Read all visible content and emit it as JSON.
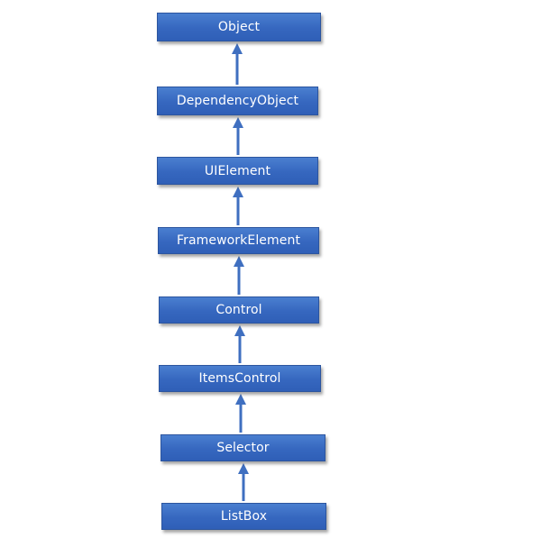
{
  "diagram": {
    "type": "class-hierarchy",
    "nodes": [
      {
        "id": "object",
        "label": "Object"
      },
      {
        "id": "dependency-object",
        "label": "DependencyObject"
      },
      {
        "id": "ui-element",
        "label": "UIElement"
      },
      {
        "id": "framework-element",
        "label": "FrameworkElement"
      },
      {
        "id": "control",
        "label": "Control"
      },
      {
        "id": "items-control",
        "label": "ItemsControl"
      },
      {
        "id": "selector",
        "label": "Selector"
      },
      {
        "id": "list-box",
        "label": "ListBox"
      }
    ],
    "edges": [
      {
        "from": "dependency-object",
        "to": "object"
      },
      {
        "from": "ui-element",
        "to": "dependency-object"
      },
      {
        "from": "framework-element",
        "to": "ui-element"
      },
      {
        "from": "control",
        "to": "framework-element"
      },
      {
        "from": "items-control",
        "to": "control"
      },
      {
        "from": "selector",
        "to": "items-control"
      },
      {
        "from": "list-box",
        "to": "selector"
      }
    ],
    "colors": {
      "node_fill": "#3667bf",
      "node_border": "#2c559f",
      "node_text": "#ffffff",
      "arrow": "#3f6fc0",
      "background": "#ffffff"
    }
  }
}
